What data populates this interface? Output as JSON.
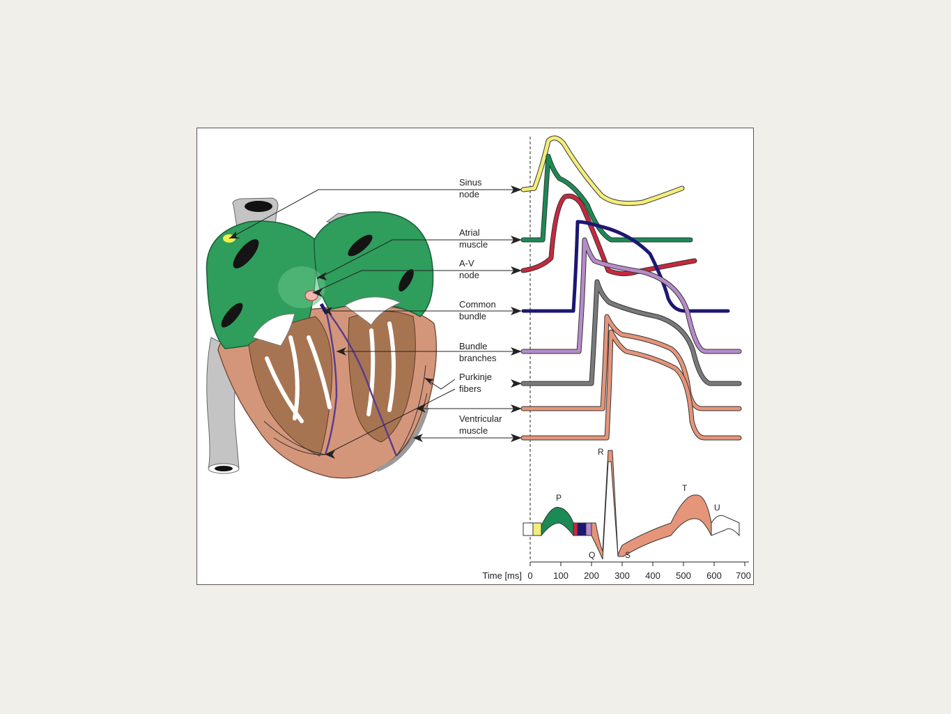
{
  "figure": {
    "labels": [
      {
        "line1": "Sinus",
        "line2": "node"
      },
      {
        "line1": "Atrial",
        "line2": "muscle"
      },
      {
        "line1": "A-V",
        "line2": "node"
      },
      {
        "line1": "Common",
        "line2": "bundle"
      },
      {
        "line1": "Bundle",
        "line2": "branches"
      },
      {
        "line1": "Purkinje",
        "line2": "fibers"
      },
      {
        "line1": "Ventricular",
        "line2": "muscle"
      }
    ],
    "ecg_waves": [
      "P",
      "Q",
      "R",
      "S",
      "T",
      "U"
    ],
    "time_axis": {
      "label": "Time [ms]",
      "ticks": [
        "0",
        "100",
        "200",
        "300",
        "400",
        "500",
        "600",
        "700"
      ]
    }
  },
  "colors": {
    "background": "#f1efe9",
    "sinus_node": "#f3ee7a",
    "atrial_muscle": "#1c8a55",
    "av_node": "#c8283c",
    "common_bundle": "#1d1772",
    "bundle_branches": "#b78bc9",
    "purkinje_fibers": "#6f6f6f",
    "ventricular_muscle": "#e5957a",
    "atria_green": "#2f9d5c",
    "ventricle_tan": "#d4967a",
    "vessel_gray": "#bdbdbd"
  },
  "icons": [
    "heart-cross-section",
    "action-potential-traces",
    "ecg-trace"
  ]
}
